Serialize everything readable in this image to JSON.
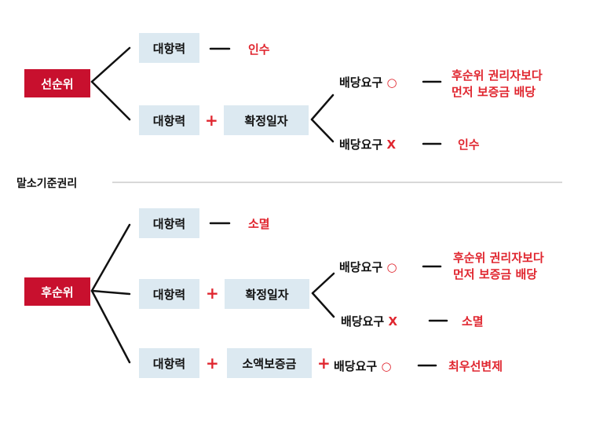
{
  "top": {
    "root": "선순위",
    "row1": {
      "box": "대항력",
      "result": "인수"
    },
    "row2": {
      "box1": "대항력",
      "plus": "+",
      "box2": "확정일자",
      "yes": {
        "label": "배당요구",
        "mark": "○",
        "result_line1": "후순위 권리자보다",
        "result_line2": "먼저 보증금 배당"
      },
      "no": {
        "label": "배당요구",
        "mark": "X",
        "result": "인수"
      }
    }
  },
  "divider": {
    "label": "말소기준권리"
  },
  "bottom": {
    "root": "후순위",
    "row1": {
      "box": "대항력",
      "result": "소멸"
    },
    "row2": {
      "box1": "대항력",
      "plus": "+",
      "box2": "확정일자",
      "yes": {
        "label": "배당요구",
        "mark": "○",
        "result_line1": "후순위 권리자보다",
        "result_line2": "먼저 보증금 배당"
      },
      "no": {
        "label": "배당요구",
        "mark": "X",
        "result": "소멸"
      }
    },
    "row3": {
      "box1": "대항력",
      "plus1": "+",
      "box2": "소액보증금",
      "plus2": "+",
      "label": "배당요구",
      "mark": "○",
      "result": "최우선변제"
    }
  },
  "colors": {
    "accent_red": "#c8102e",
    "text_red": "#e0262f",
    "box_blue": "#dce9f1",
    "line": "#111111",
    "divider": "#cccccc"
  }
}
